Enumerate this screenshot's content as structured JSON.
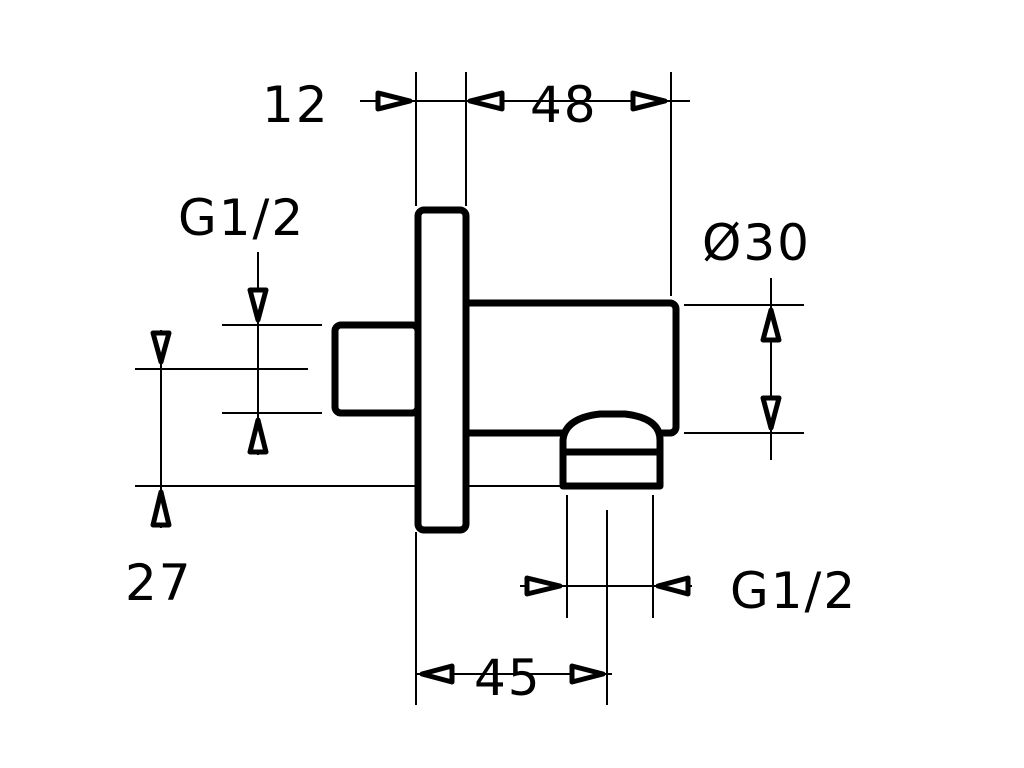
{
  "dimensions": {
    "flange_thickness": "12",
    "body_length": "48",
    "inlet_thread": "G1/2",
    "body_diameter": "Ø30",
    "inlet_offset": "27",
    "outlet_offset": "45",
    "outlet_thread": "G1/2"
  },
  "colors": {
    "line": "#000000",
    "background": "#ffffff"
  }
}
